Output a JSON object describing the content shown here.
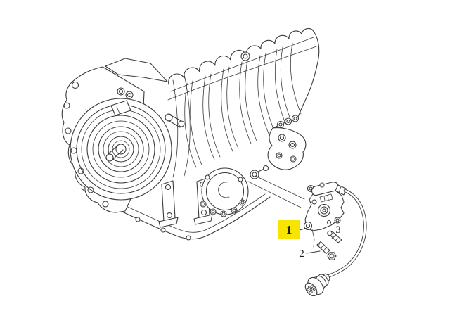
{
  "page": {
    "background": "#ffffff"
  },
  "drawing": {
    "stroke_color": "#3a3a3a",
    "subject": "automatic-transmission-with-multi-function-switch"
  },
  "callouts": {
    "item1": {
      "label": "1",
      "highlighted": true,
      "highlight_color": "#f7e400"
    },
    "item2": {
      "label": "2",
      "highlighted": false
    },
    "item3": {
      "label": "3",
      "highlighted": false
    }
  }
}
